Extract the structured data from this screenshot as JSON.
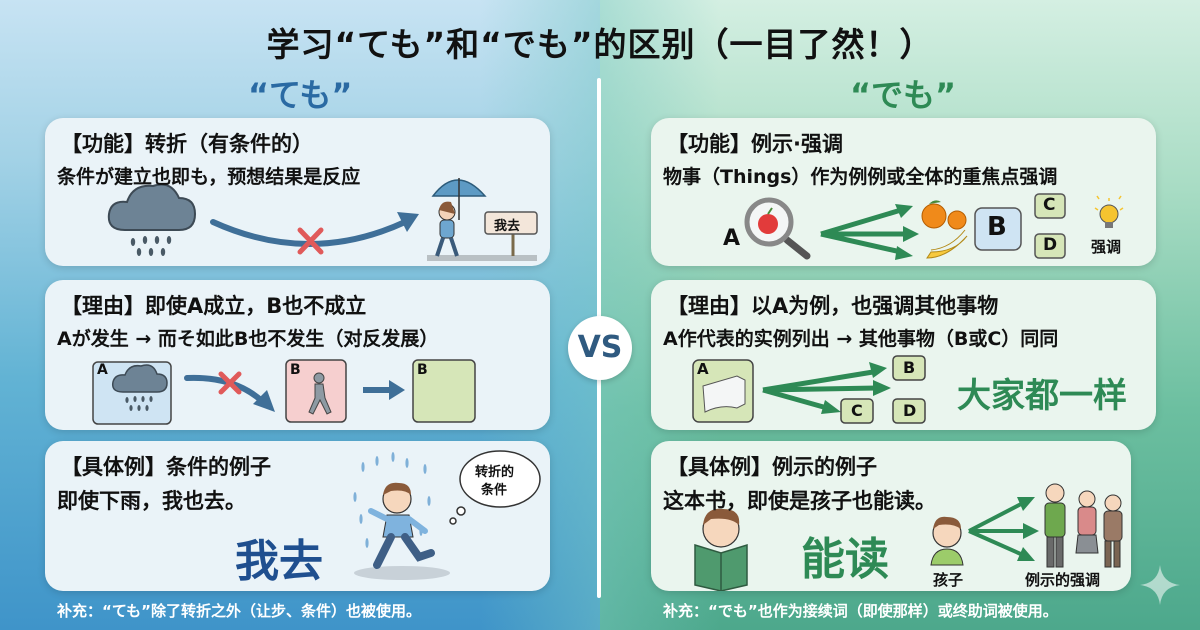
{
  "title": "学习“ても”和“でも”的区别（一目了然！）",
  "vs_label": "VS",
  "left": {
    "heading": "“ても”",
    "accent": "#2a6aa3",
    "cards": [
      {
        "title": "【功能】转折（有条件的）",
        "subtitle": "条件が建立也即も，预想结果是反应",
        "sign_text": "我去"
      },
      {
        "title": "【理由】即使A成立，B也不成立",
        "subtitle": "Aが发生 → 而そ如此B也不发生（对反发展）",
        "box_a": "A",
        "box_b1": "B",
        "box_b2": "B"
      },
      {
        "title": "【具体例】条件的例子",
        "subtitle": "即使下雨，我也去。",
        "big_text": "我去",
        "thought_bubble_line1": "转折的",
        "thought_bubble_line2": "条件"
      }
    ],
    "footer": "补充：“ても”除了转折之外（让步、条件）也被使用。"
  },
  "right": {
    "heading": "“でも”",
    "accent": "#2e8a55",
    "cards": [
      {
        "title": "【功能】例示·强调",
        "subtitle": "物事（Things）作为例例或全体的重焦点强调",
        "label_a": "A",
        "box_b": "B",
        "box_c": "C",
        "box_d": "D",
        "bulb_label": "强调"
      },
      {
        "title": "【理由】以A为例，也强调其他事物",
        "subtitle": "A作代表的实例列出 → 其他事物（B或C）同同",
        "box_a": "A",
        "box_b": "B",
        "box_c": "C",
        "box_d": "D",
        "big_text": "大家都一样"
      },
      {
        "title": "【具体例】例示的例子",
        "subtitle": "这本书，即使是孩子也能读。",
        "big_text": "能读",
        "child_label": "孩子",
        "family_label": "例示的强调"
      }
    ],
    "footer": "补充：“でも”也作为接续词（即使那样）或终助词被使用。"
  },
  "colors": {
    "arrow_blue": "#3f6f98",
    "arrow_green": "#2e8a55",
    "cross_red": "#e05a5a",
    "card_left_bg": "#eaf3f8",
    "card_right_bg": "#eaf5ee"
  }
}
